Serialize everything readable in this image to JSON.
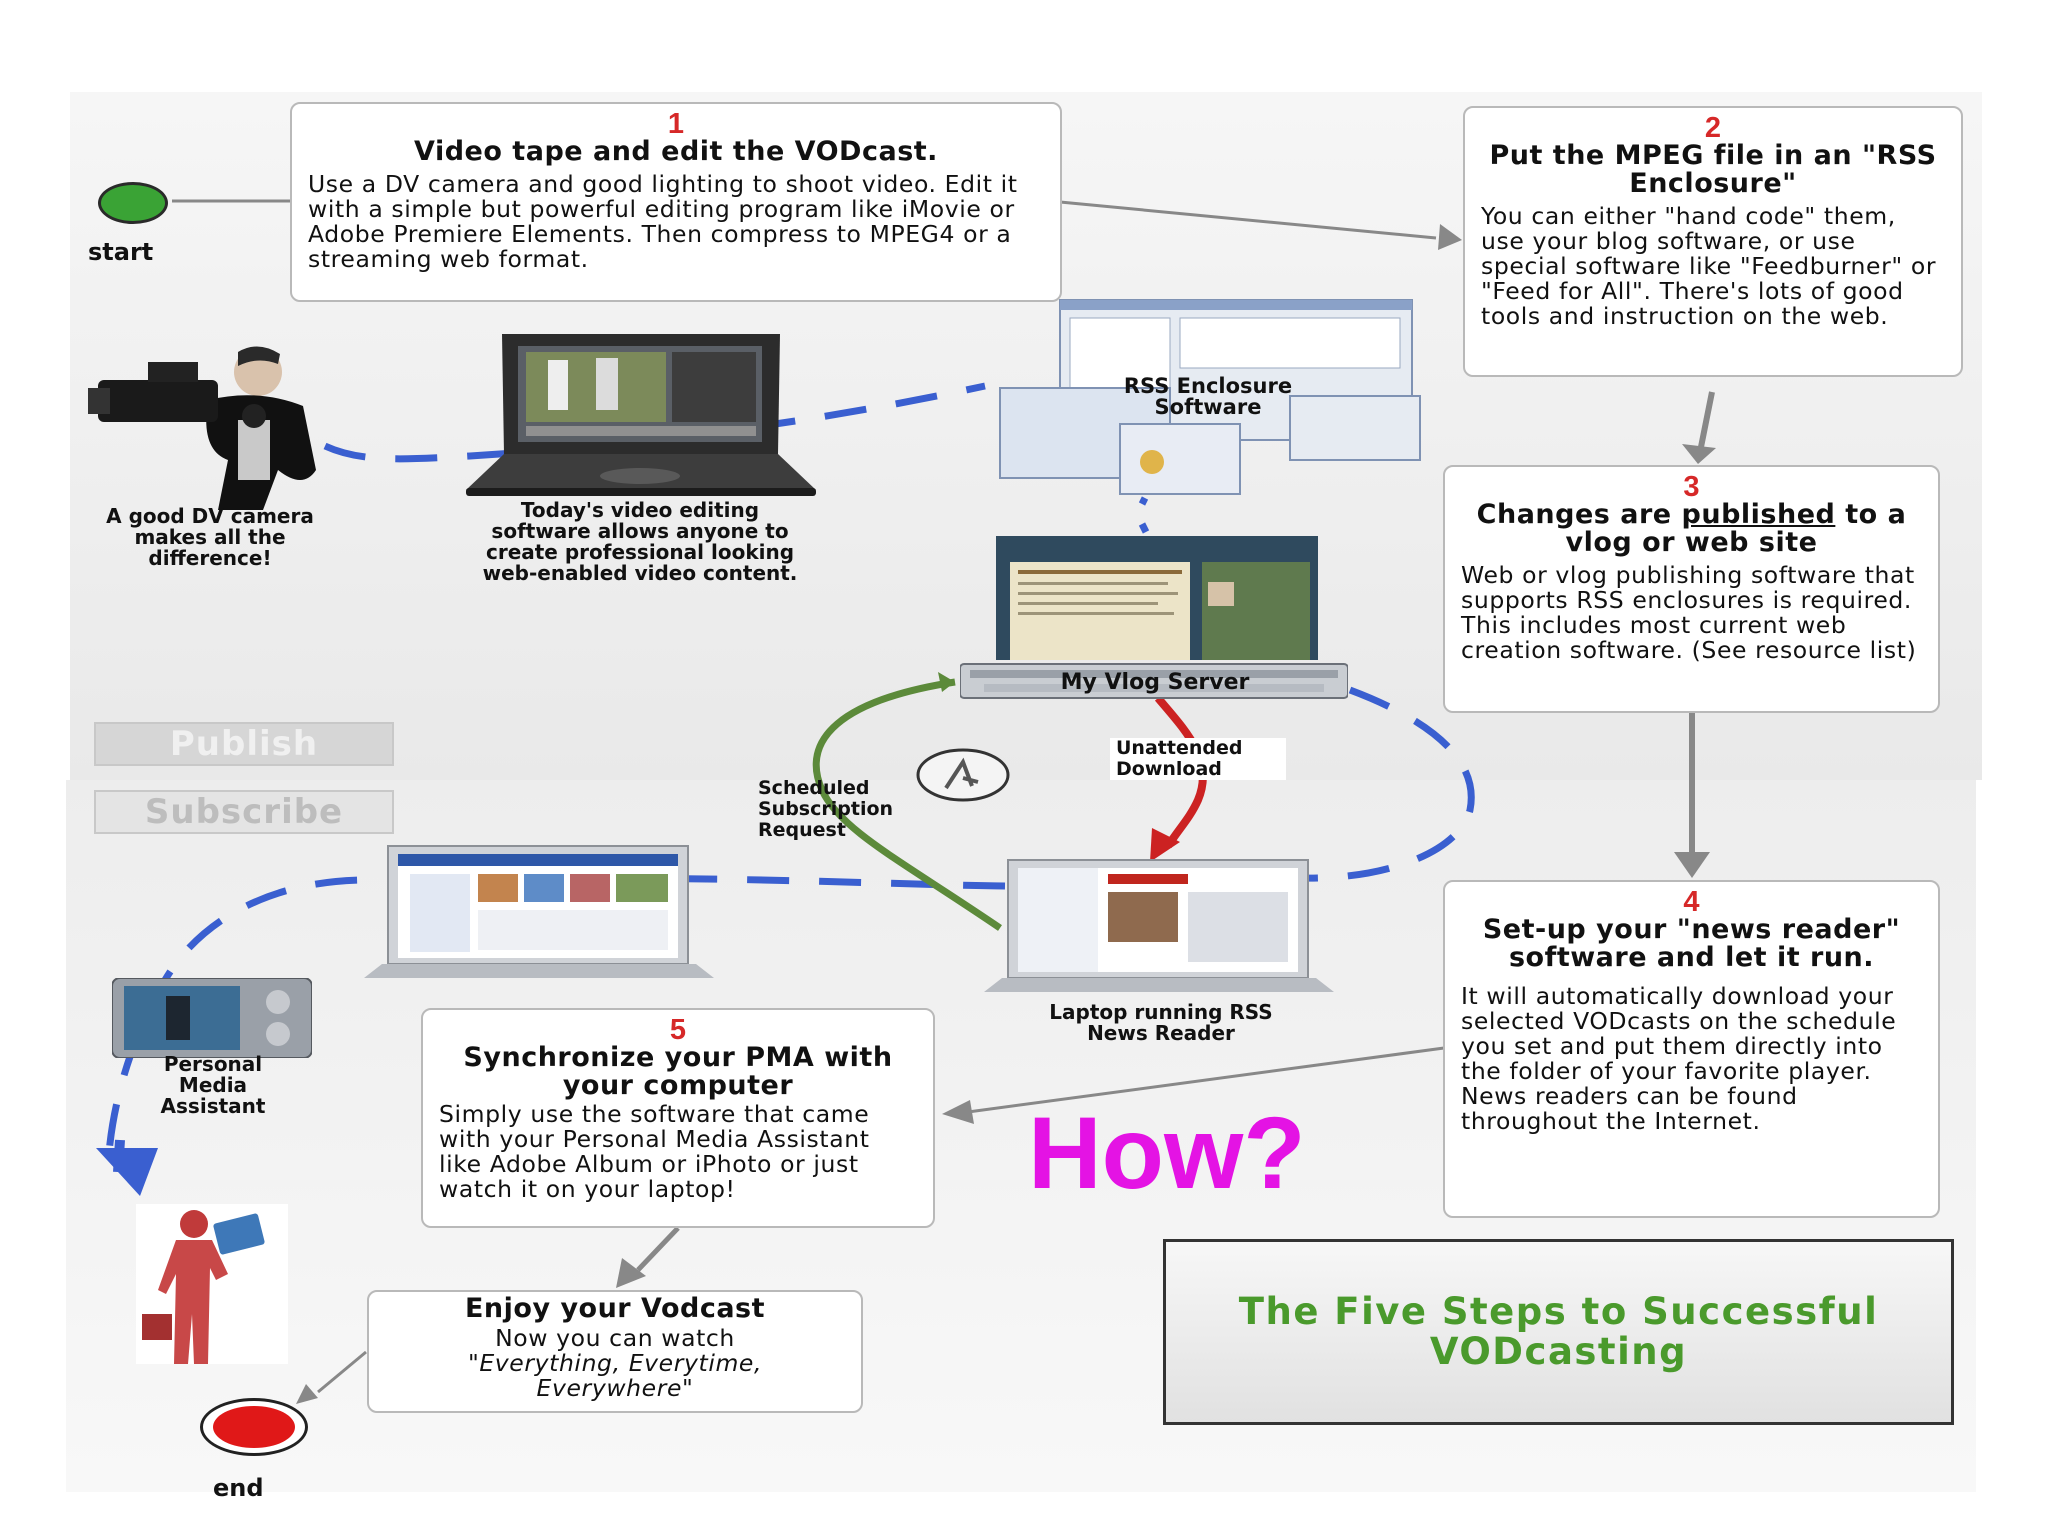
{
  "flow": {
    "start_label": "start",
    "end_label": "end"
  },
  "tabs": {
    "publish": "Publish",
    "subscribe": "Subscribe"
  },
  "step1": {
    "number": "1",
    "title": "Video tape and edit the VODcast.",
    "text": "Use a DV camera and good lighting to shoot video.  Edit it with a simple but powerful editing program like iMovie or Adobe Premiere Elements.  Then compress to MPEG4 or a streaming web format."
  },
  "step2": {
    "number": "2",
    "title": "Put the MPEG file in an \"RSS Enclosure\"",
    "text": "You can either \"hand code\" them, use your blog software, or use special software like \"Feedburner\" or \"Feed for All\". There's lots of good tools and instruction on the web."
  },
  "step3": {
    "number": "3",
    "title_pre": "Changes are ",
    "title_underlined": "published",
    "title_post": " to a vlog or web site",
    "text": "Web or vlog publishing software that supports RSS enclosures is required. This includes most current web creation software. (See resource list)"
  },
  "step4": {
    "number": "4",
    "title": "Set-up your \"news reader\" software and let it run.",
    "text": "It will automatically download your selected VODcasts on the schedule you set and put them directly into the folder of your favorite player. News readers can be found throughout the Internet."
  },
  "step5": {
    "number": "5",
    "title": "Synchronize your PMA with your computer",
    "text": "Simply use the software that came with your Personal Media Assistant like Adobe Album or iPhoto or just watch it on your laptop!"
  },
  "enjoy": {
    "title": "Enjoy your Vodcast",
    "line1": "Now you can watch",
    "line2": "\"Everything, Everytime, Everywhere\""
  },
  "captions": {
    "camera": "A good DV camera makes all the difference!",
    "editing": "Today's video editing software allows anyone to create professional looking web-enabled video content.",
    "rss_software": "RSS Enclosure Software",
    "server": "My Vlog Server",
    "unattended": "Unattended Download",
    "scheduled": "Scheduled Subscription Request",
    "laptop_reader": "Laptop running RSS News Reader",
    "pma": "Personal Media Assistant"
  },
  "how_text": "How?",
  "main_title": "The Five Steps to Successful VODcasting",
  "colors": {
    "step_number": "#d62828",
    "dashed_path": "#3a5fd0",
    "scheduled_arrow": "#5c8a3a",
    "unattended_arrow": "#cc2222",
    "how_text": "#e413e4",
    "title_text": "#4a9a2c",
    "start_node": "#3aa335",
    "end_node": "#e01818"
  }
}
